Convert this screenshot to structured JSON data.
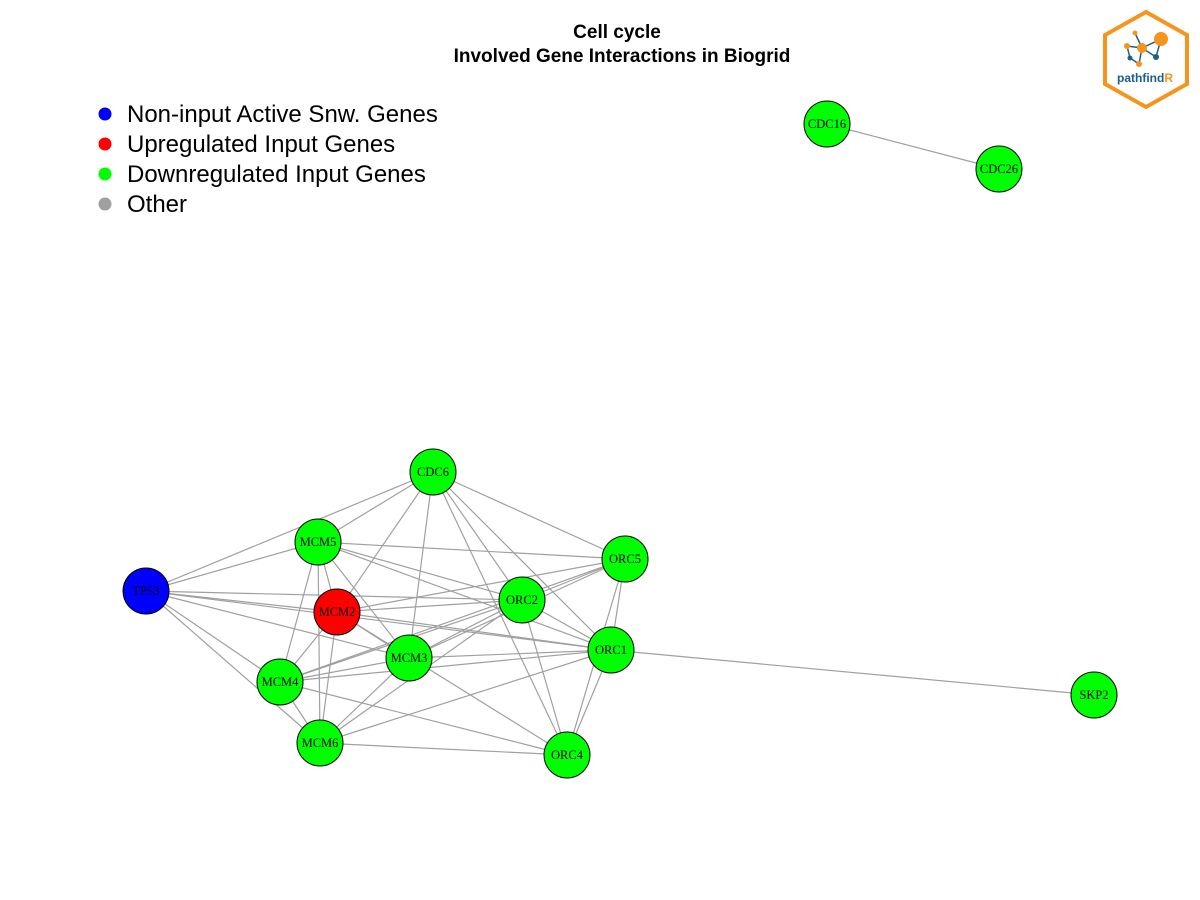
{
  "title": {
    "line1": "Cell cycle",
    "line2": "Involved Gene Interactions in Biogrid"
  },
  "logo": {
    "text_main": "pathfind",
    "text_accent": "R",
    "icon": "network-hexagon-icon",
    "colors": {
      "border": "#F7941D",
      "text": "#1C5F8C",
      "accent": "#F7941D"
    }
  },
  "legend": [
    {
      "label": "Non-input Active Snw. Genes",
      "color": "#0000FF"
    },
    {
      "label": "Upregulated Input Genes",
      "color": "#FF0000"
    },
    {
      "label": "Downregulated Input Genes",
      "color": "#00FF00"
    },
    {
      "label": "Other",
      "color": "#A0A0A0"
    }
  ],
  "graph": {
    "edge_color": "#A0A0A0",
    "nodes": [
      {
        "id": "CDC16",
        "label": "CDC16",
        "group": "Downregulated Input Genes"
      },
      {
        "id": "CDC26",
        "label": "CDC26",
        "group": "Downregulated Input Genes"
      },
      {
        "id": "CDC6",
        "label": "CDC6",
        "group": "Downregulated Input Genes"
      },
      {
        "id": "MCM5",
        "label": "MCM5",
        "group": "Downregulated Input Genes"
      },
      {
        "id": "ORC5",
        "label": "ORC5",
        "group": "Downregulated Input Genes"
      },
      {
        "id": "TP53",
        "label": "TP53",
        "group": "Non-input Active Snw. Genes"
      },
      {
        "id": "MCM2",
        "label": "MCM2",
        "group": "Upregulated Input Genes"
      },
      {
        "id": "ORC2",
        "label": "ORC2",
        "group": "Downregulated Input Genes"
      },
      {
        "id": "ORC1",
        "label": "ORC1",
        "group": "Downregulated Input Genes"
      },
      {
        "id": "MCM3",
        "label": "MCM3",
        "group": "Downregulated Input Genes"
      },
      {
        "id": "MCM4",
        "label": "MCM4",
        "group": "Downregulated Input Genes"
      },
      {
        "id": "SKP2",
        "label": "SKP2",
        "group": "Downregulated Input Genes"
      },
      {
        "id": "MCM6",
        "label": "MCM6",
        "group": "Downregulated Input Genes"
      },
      {
        "id": "ORC4",
        "label": "ORC4",
        "group": "Downregulated Input Genes"
      }
    ],
    "edges": [
      [
        "CDC16",
        "CDC26"
      ],
      [
        "ORC1",
        "SKP2"
      ],
      [
        "TP53",
        "MCM5"
      ],
      [
        "TP53",
        "CDC6"
      ],
      [
        "TP53",
        "MCM2"
      ],
      [
        "TP53",
        "ORC2"
      ],
      [
        "TP53",
        "ORC1"
      ],
      [
        "TP53",
        "MCM4"
      ],
      [
        "TP53",
        "MCM6"
      ],
      [
        "TP53",
        "MCM3"
      ],
      [
        "CDC6",
        "MCM5"
      ],
      [
        "CDC6",
        "MCM2"
      ],
      [
        "CDC6",
        "MCM3"
      ],
      [
        "CDC6",
        "ORC5"
      ],
      [
        "CDC6",
        "ORC2"
      ],
      [
        "CDC6",
        "ORC1"
      ],
      [
        "CDC6",
        "ORC4"
      ],
      [
        "MCM5",
        "MCM2"
      ],
      [
        "MCM5",
        "MCM3"
      ],
      [
        "MCM5",
        "MCM4"
      ],
      [
        "MCM5",
        "MCM6"
      ],
      [
        "MCM5",
        "ORC5"
      ],
      [
        "MCM5",
        "ORC2"
      ],
      [
        "MCM5",
        "ORC1"
      ],
      [
        "MCM2",
        "MCM3"
      ],
      [
        "MCM2",
        "MCM4"
      ],
      [
        "MCM2",
        "MCM6"
      ],
      [
        "MCM2",
        "ORC2"
      ],
      [
        "MCM2",
        "ORC1"
      ],
      [
        "MCM2",
        "ORC5"
      ],
      [
        "MCM2",
        "ORC4"
      ],
      [
        "MCM3",
        "MCM4"
      ],
      [
        "MCM3",
        "MCM6"
      ],
      [
        "MCM3",
        "ORC2"
      ],
      [
        "MCM3",
        "ORC1"
      ],
      [
        "MCM3",
        "ORC5"
      ],
      [
        "MCM4",
        "MCM6"
      ],
      [
        "MCM4",
        "ORC2"
      ],
      [
        "MCM4",
        "ORC5"
      ],
      [
        "MCM4",
        "ORC1"
      ],
      [
        "MCM4",
        "ORC4"
      ],
      [
        "MCM6",
        "ORC2"
      ],
      [
        "MCM6",
        "ORC1"
      ],
      [
        "MCM6",
        "ORC4"
      ],
      [
        "ORC2",
        "ORC5"
      ],
      [
        "ORC2",
        "ORC1"
      ],
      [
        "ORC2",
        "ORC4"
      ],
      [
        "ORC5",
        "ORC1"
      ],
      [
        "ORC5",
        "ORC4"
      ],
      [
        "ORC1",
        "ORC4"
      ]
    ]
  }
}
